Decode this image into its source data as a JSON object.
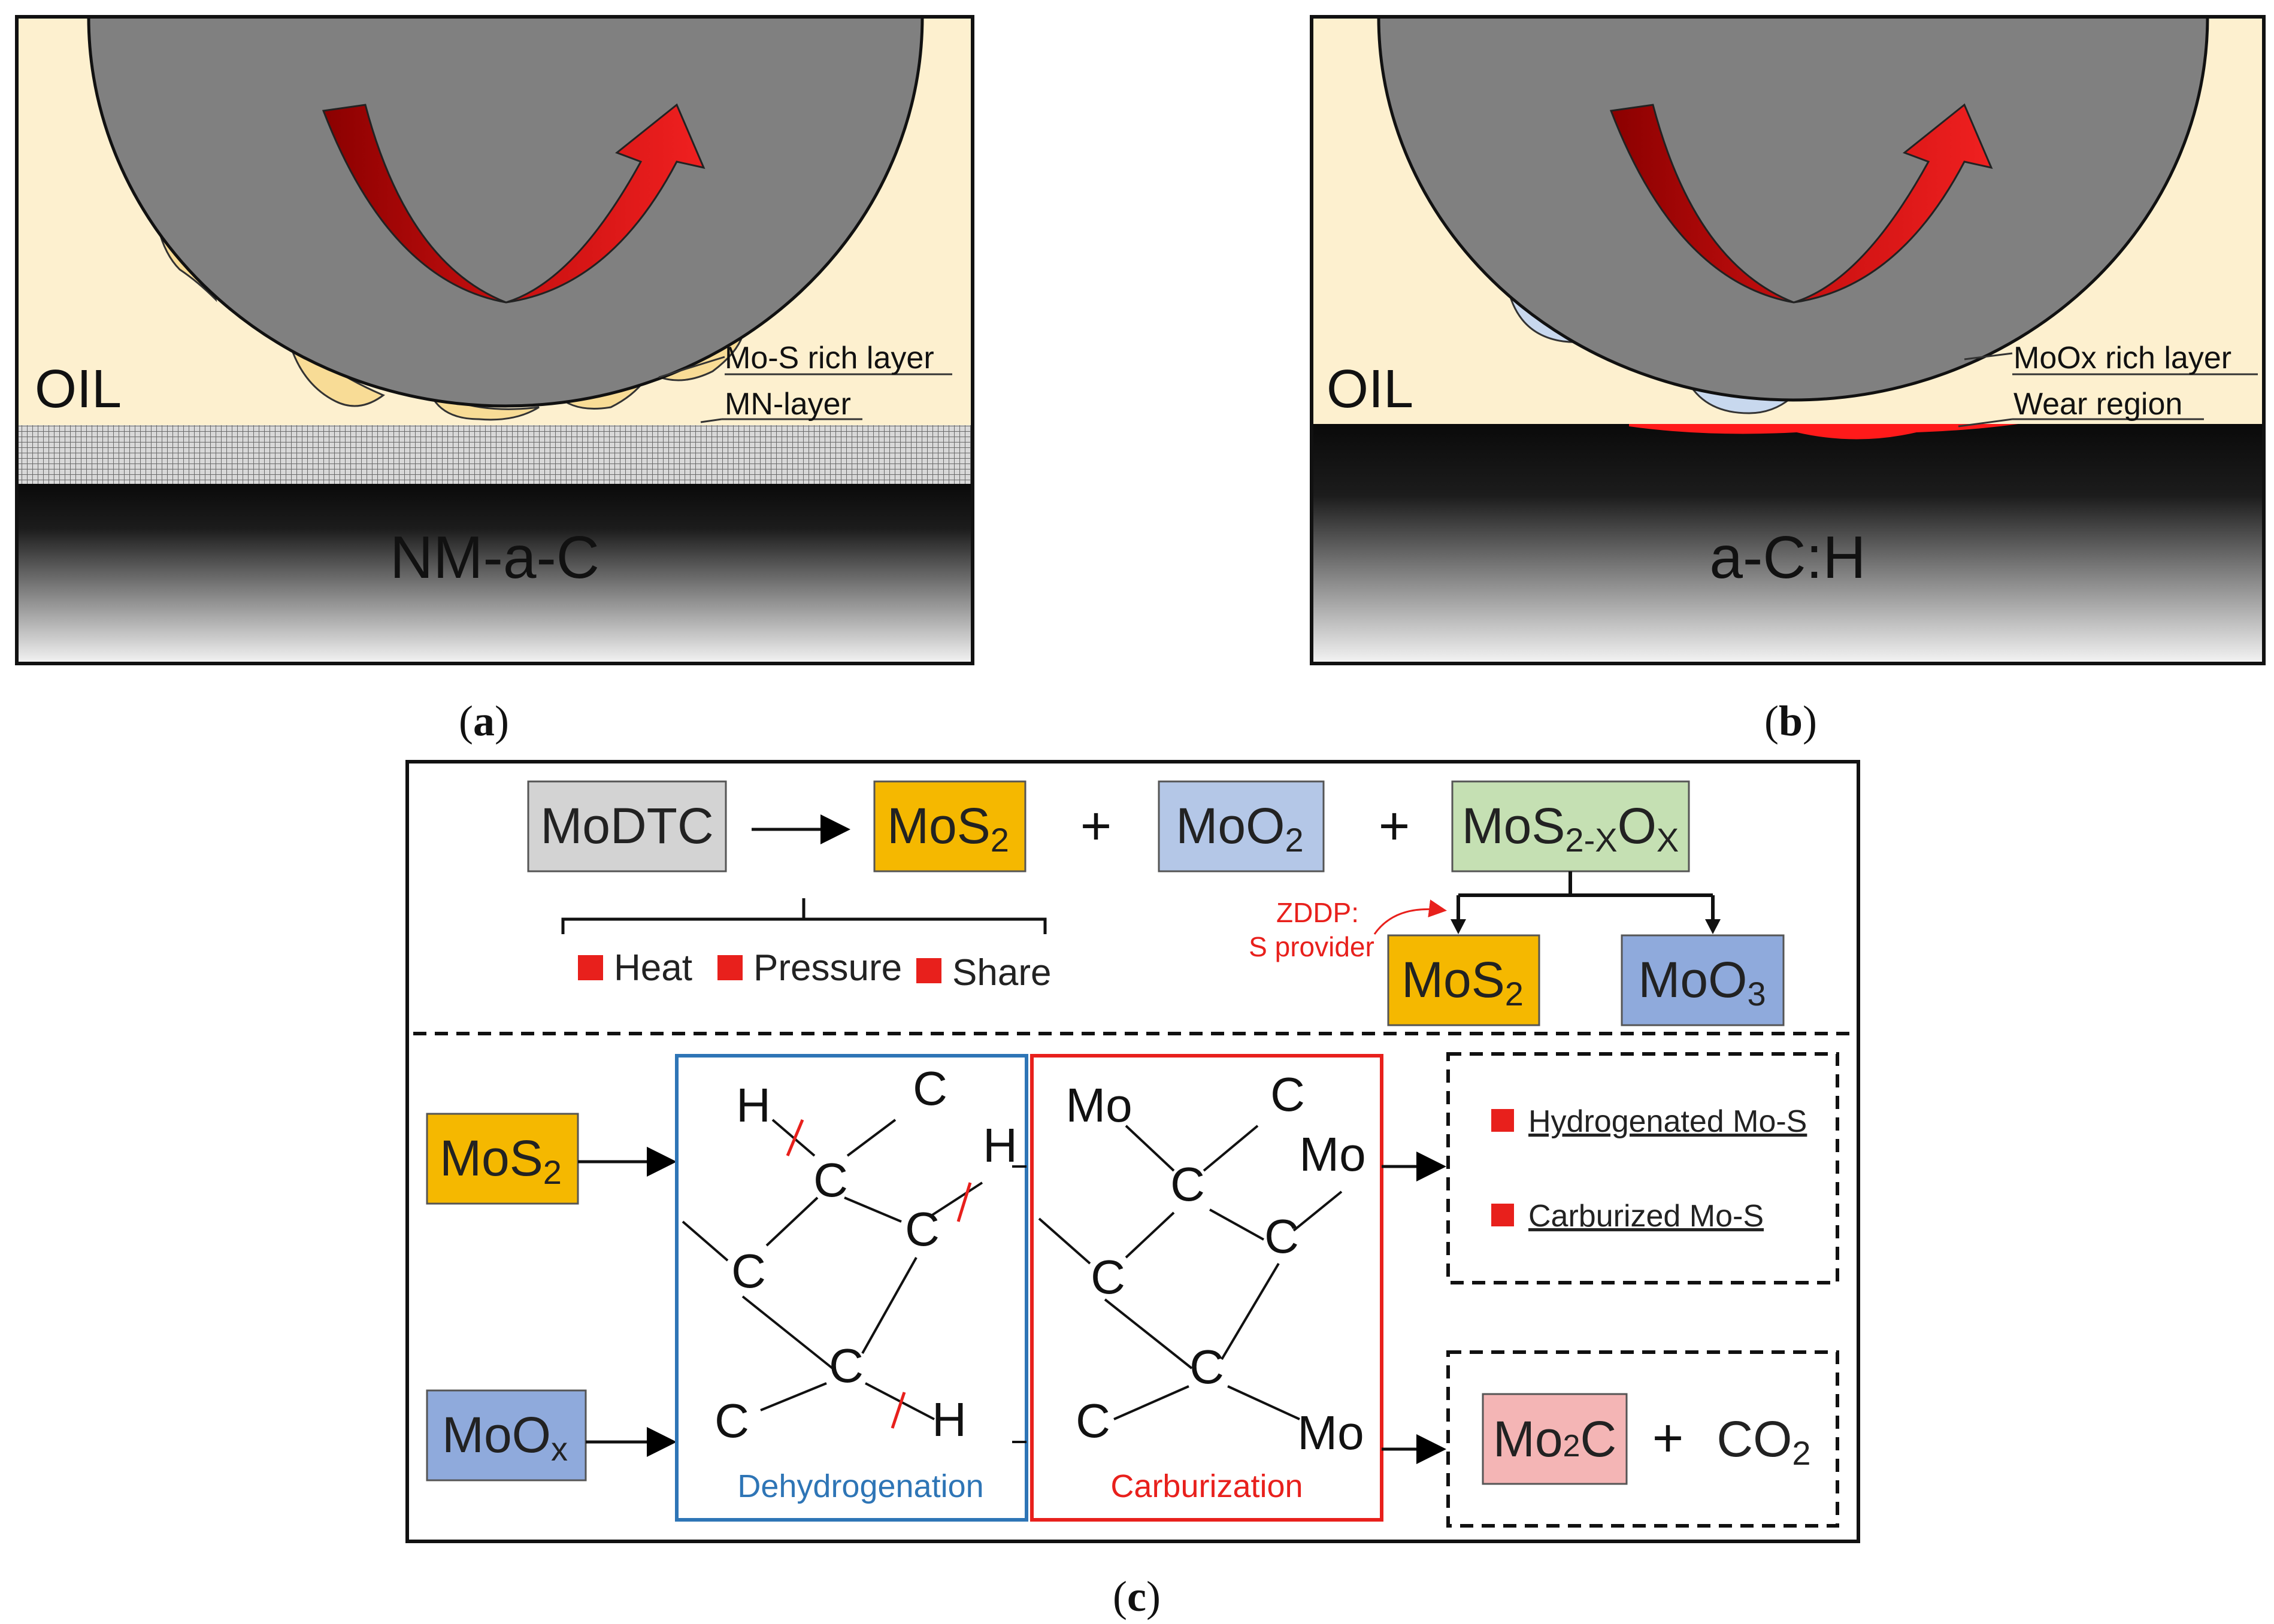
{
  "panel_a": {
    "caption": "a",
    "oil_label": "OIL",
    "substrate_label": "NM-a-C",
    "layer_labels": [
      "Mo-S rich layer",
      "MN-layer"
    ]
  },
  "panel_b": {
    "caption": "b",
    "oil_label": "OIL",
    "substrate_label": "a-C:H",
    "layer_labels": [
      "MoOx rich layer",
      "Wear region"
    ]
  },
  "panel_c": {
    "caption": "c",
    "top": {
      "modtc": "MoDTC",
      "mos2_a": "MoS",
      "mos2_a_sub": "2",
      "plus1": "+",
      "moo2": "MoO",
      "moo2_sub": "2",
      "plus2": "+",
      "mixed": "MoS",
      "mixed_sub1": "2-X",
      "mixed_o": "O",
      "mixed_sub2": "X",
      "conditions": [
        "Heat",
        "Pressure",
        "Share"
      ],
      "zddp_line1": "ZDDP:",
      "zddp_line2": "S provider",
      "mos2_b": "MoS",
      "mos2_b_sub": "2",
      "moo3": "MoO",
      "moo3_sub": "3"
    },
    "bottom": {
      "mos2": "MoS",
      "mos2_sub": "2",
      "moox": "MoO",
      "moox_sub": "x",
      "dehydro_label": "Dehydrogenation",
      "carb_label": "Carburization",
      "atoms_left": [
        "H",
        "C",
        "H",
        "C",
        "C",
        "C",
        "C",
        "C",
        "H"
      ],
      "atoms_right": [
        "Mo",
        "C",
        "Mo",
        "C",
        "C",
        "C",
        "C",
        "C",
        "Mo"
      ],
      "product_items": [
        "Hydrogenated Mo-S",
        "Carburized Mo-S"
      ],
      "mo2c": "Mo",
      "mo2c_sub": "2",
      "mo2c_c": "C",
      "plus": "+",
      "co2": "CO",
      "co2_sub": "2"
    }
  },
  "colors": {
    "oil": "#fdf0cf",
    "ball": "#808080",
    "arrow_red": "#e8201c",
    "mos_deposit": "#f8dc96",
    "moox_deposit": "#c8d8ee",
    "modtc_box": "#d3d3d3",
    "mos2_box": "#f5b800",
    "moo2_box": "#b4c7e7",
    "mixed_box": "#c5e0b3",
    "moo3_box": "#8faadc",
    "mo2c_box": "#f4b5b5",
    "dehydro": "#2e75b6",
    "carb": "#e8201c"
  }
}
